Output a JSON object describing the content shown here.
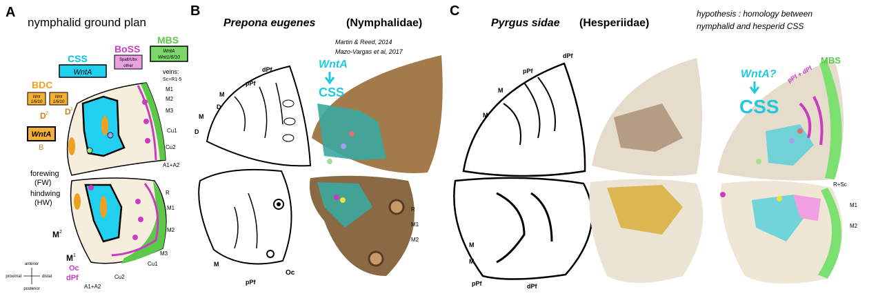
{
  "panel_a": {
    "letter": "A",
    "title": "nymphalid ground plan",
    "mbs": {
      "title": "MBS",
      "line1": "WntA",
      "line2": "Wnt1/6/10"
    },
    "boss": {
      "title": "BoSS",
      "line1": "Spalt/Ubx",
      "line2": "other"
    },
    "css": {
      "title": "CSS",
      "gene": "WntA"
    },
    "bdc": {
      "title": "BDC",
      "box1_line1": "Wnt",
      "box1_line2": "1/6/10",
      "box2_line1": "Wnt",
      "box2_line2": "1/6/10",
      "wnta": "WntA",
      "d2": "D",
      "d1": "D",
      "b": "B"
    },
    "veins": {
      "title": "veins:",
      "sub": "Sc+R1-5"
    },
    "labels": {
      "m1": "M1",
      "m2": "M2",
      "m3": "M3",
      "cu1": "Cu1",
      "cu2": "Cu2",
      "a1a2": "A1+A2",
      "r": "R",
      "hw_m1": "M1",
      "hw_m2": "M2",
      "hw_m3": "M3",
      "hw_cu1": "Cu1",
      "hw_cu2": "Cu2",
      "hw_a1a2": "A1+A2"
    },
    "forewing": "forewing",
    "fw": "(FW)",
    "hindwing": "hindwing",
    "hw": "(HW)",
    "m2_label": "M",
    "m1_label": "M",
    "oc": "Oc",
    "dpf": "dPf",
    "compass": {
      "anterior": "anterior",
      "posterior": "posterior",
      "proximal": "proximal",
      "distal": "distal"
    }
  },
  "panel_b": {
    "letter": "B",
    "species": "Prepona eugenes",
    "family": "(Nymphalidae)",
    "ref1": "Martin & Reed, 2014",
    "ref2": "Mazo-Vargas et al, 2017",
    "wnta": "WntA",
    "css": "CSS",
    "labels": {
      "dpf": "dPf",
      "ppf": "pPf",
      "m1": "M",
      "d1": "D",
      "m2": "M",
      "d2": "D",
      "m1_low": "M",
      "ppf_low": "pPf",
      "oc": "Oc",
      "r": "R",
      "m1r": "M1",
      "m2r": "M2"
    }
  },
  "panel_c": {
    "letter": "C",
    "species": "Pyrgus sidae",
    "family": "(Hesperiidae)",
    "hypothesis1": "hypothesis : homology between",
    "hypothesis2": "nymphalid and hesperid CSS",
    "wnta": "WntA?",
    "css": "CSS",
    "mbs": "MBS",
    "ppf_dpf": "pPf + dPf",
    "labels": {
      "dpf": "dPf",
      "ppf": "pPf",
      "m1": "M",
      "m2": "M",
      "m2_low": "M",
      "m1_low": "M",
      "ppf_low": "pPf",
      "dpf_low": "dPf",
      "rsc": "R+Sc",
      "m1r": "M1",
      "m2r": "M2"
    }
  },
  "colors": {
    "css": "#00c4e0",
    "boss": "#c83cc0",
    "mbs": "#5cc84a",
    "bdc": "#f0a020",
    "wing_cream": "#f6eedc",
    "hw_pink": "#f4dce8"
  }
}
